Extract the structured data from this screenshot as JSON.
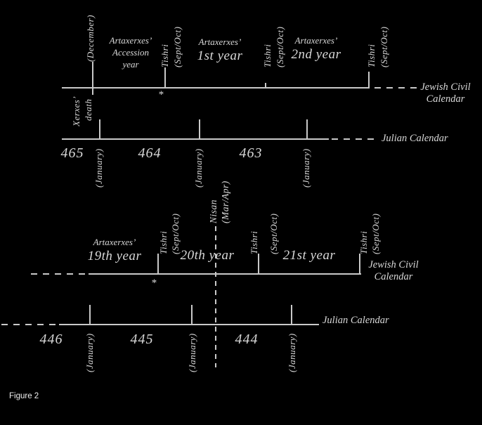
{
  "caption": "Figure 2",
  "colors": {
    "background": "#000000",
    "ink": "#d8d8d8"
  },
  "labels": {
    "tishri": "Tishri",
    "sept_oct": "(Sept/Oct)",
    "january": "(January)",
    "december": "(December)",
    "nisan": "Nisan",
    "mar_apr": "(Mar/Apr)",
    "jewish_civil_line1": "Jewish Civil",
    "jewish_civil_line2": "Calendar",
    "julian_calendar": "Julian Calendar",
    "asterisk": "*"
  },
  "top": {
    "xerxes_line1": "Xerxes’",
    "xerxes_line2": "death",
    "accession_line1": "Artaxerxes’",
    "accession_line2": "Accession",
    "accession_line3": "year",
    "year1_line1": "Artaxerxes’",
    "year1_line2": "1st year",
    "year2_line1": "Artaxerxes’",
    "year2_line2": "2nd year",
    "julian_years": [
      "465",
      "464",
      "463"
    ]
  },
  "bottom": {
    "year19_line1": "Artaxerxes’",
    "year19_line2": "19th year",
    "year20": "20th year",
    "year21": "21st year",
    "julian_years": [
      "446",
      "445",
      "444"
    ]
  }
}
